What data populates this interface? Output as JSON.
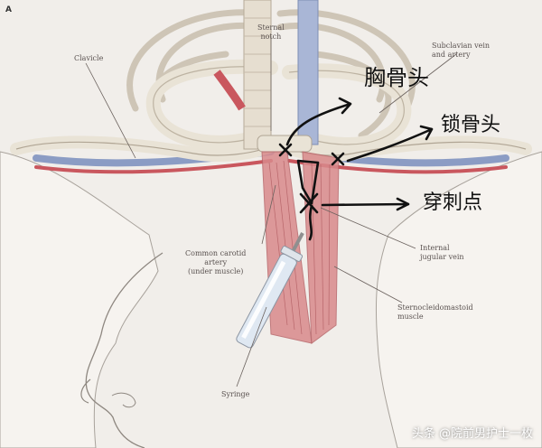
{
  "panel_letter": "A",
  "labels": {
    "clavicle": "Clavicle",
    "sternal_notch_line1": "Sternal",
    "sternal_notch_line2": "notch",
    "subclavian_line1": "Subclavian vein",
    "subclavian_line2": "and artery",
    "common_carotid_line1": "Common carotid",
    "common_carotid_line2": "artery",
    "common_carotid_line3": "(under muscle)",
    "internal_jugular_line1": "Internal",
    "internal_jugular_line2": "jugular vein",
    "scm_line1": "Sternocleidomastoid",
    "scm_line2": "muscle",
    "syringe": "Syringe"
  },
  "annotations": {
    "sternal_head": "胸骨头",
    "clavicular_head": "锁骨头",
    "puncture_point": "穿刺点"
  },
  "watermark": "头条 @院前男护士一枚",
  "colors": {
    "background": "#f1eeea",
    "bone": "#e9e3d6",
    "bone_outline": "#bdb3a2",
    "muscle": "#d98a8c",
    "vessel_blue": "#8b9cc4",
    "vessel_red": "#c9575e",
    "ink": "#111111"
  }
}
